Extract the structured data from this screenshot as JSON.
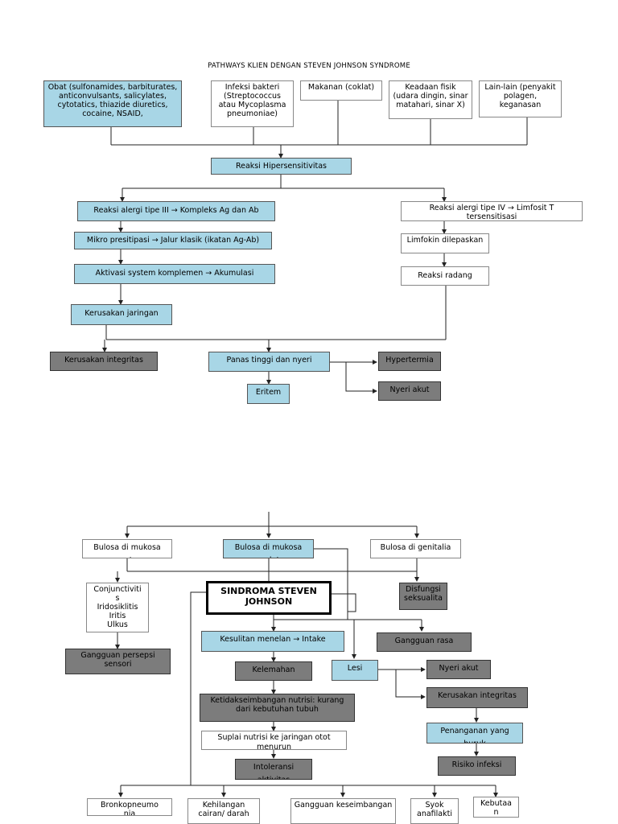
{
  "title": "PATHWAYS KLIEN DENGAN STEVEN JOHNSON SYNDROME",
  "nodes": {
    "obat": "Obat (sulfonamides, barbiturates, anticonvulsants, salicylates, cytotatics, thiazide diuretics, cocaine, NSAID,",
    "infeksi": "Infeksi bakteri (Streptococcus atau Mycoplasma pneumoniae)",
    "makanan": "Makanan (coklat)",
    "keadaan": "Keadaan fisik (udara dingin, sinar matahari, sinar X)",
    "lainlain": "Lain-lain (penyakit polagen, keganasan",
    "hipersensitivitas": "Reaksi Hipersensitivitas",
    "alergi3": "Reaksi alergi tipe III → Kompleks Ag dan Ab",
    "alergi4": "Reaksi alergi tipe IV → Limfosit T tersensitisasi",
    "mikro": "Mikro presitipasi → Jalur klasik (ikatan Ag-Ab)",
    "limfokin": "Limfokin dilepaskan",
    "aktivasi": "Aktivasi system komplemen → Akumulasi",
    "radang": "Reaksi radang",
    "kerusakan_jaringan": "Kerusakan jaringan",
    "kerusakan_integritas_1": "Kerusakan integritas",
    "panas": "Panas tinggi dan nyeri",
    "hypertermia": "Hypertermia",
    "eritem": "Eritem",
    "nyeri_akut_1": "Nyeri akut",
    "bulosa_mata": "Bulosa di mukosa mata",
    "bulosa_mulut": "Bulosa di mukosa mulut",
    "bulosa_genitalia": "Bulosa di genitalia",
    "conjunctivitis": "Conjunctiviti\ns\nIridosiklitis\nIritis\nUlkus",
    "sindroma": "SINDROMA STEVEN JOHNSON",
    "disfungsi": "Disfungsi seksualita",
    "kesulitan": "Kesulitan menelan → Intake",
    "gangguan_rasa": "Gangguan rasa nyaman",
    "gangguan_persepsi": "Gangguan persepsi sensori",
    "kelemahan": "Kelemahan",
    "lesi": "Lesi",
    "nyeri_akut_2": "Nyeri akut",
    "ketidakseimbangan": "Ketidakseimbangan nutrisi: kurang dari kebutuhan tubuh",
    "kerusakan_integritas_2": "Kerusakan integritas",
    "suplai": "Suplai nutrisi ke jaringan otot menurun",
    "penanganan": "Penanganan yang buruk",
    "intoleransi": "Intoleransi aktivitas",
    "risiko": "Risiko infeksi",
    "bronko": "Bronkopneumo\nnia",
    "kehilangan": "Kehilangan cairan/ darah",
    "gangguan_keseimbangan": "Gangguan keseimbangan",
    "syok": "Syok anafilakti",
    "kebutuhan": "Kebutaa\nn"
  },
  "colors": {
    "blue": "#a8d6e6",
    "gray": "#7c7c7c",
    "white": "#ffffff"
  }
}
